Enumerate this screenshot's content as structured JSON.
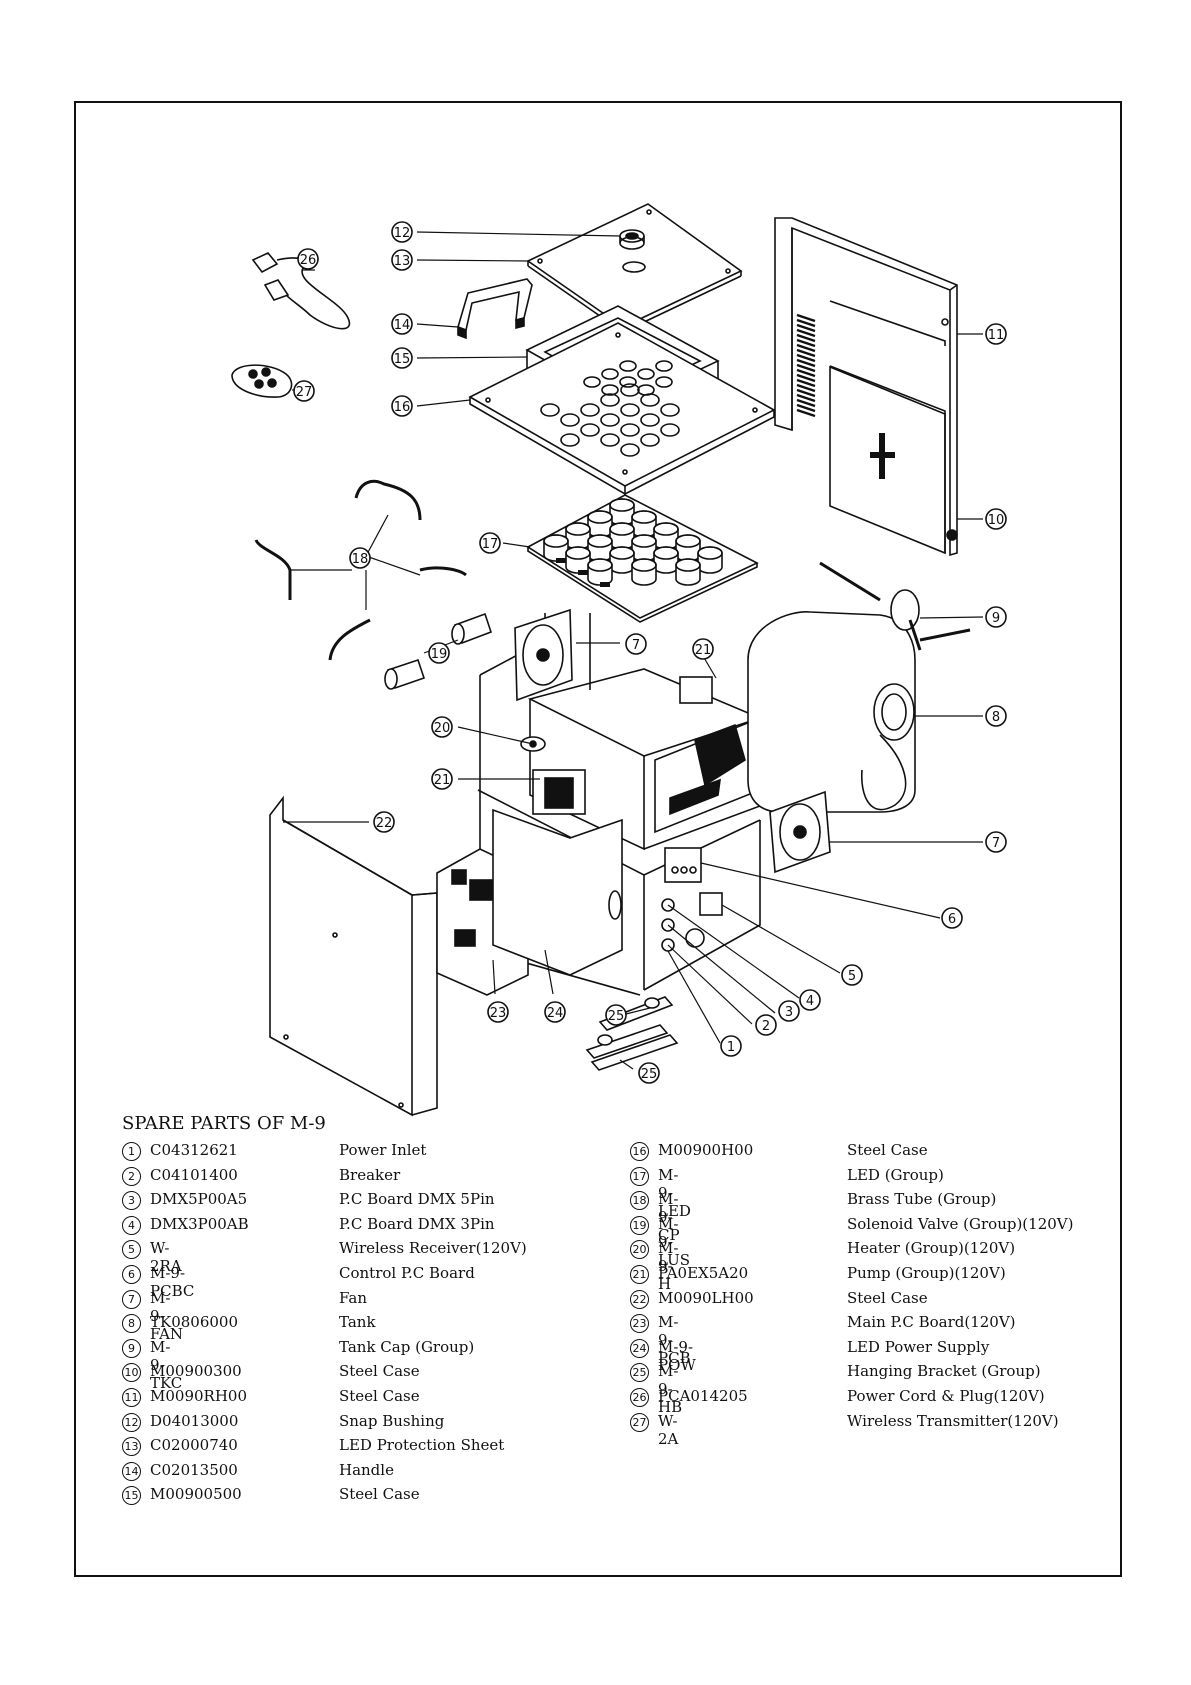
{
  "callouts": [
    {
      "n": "1"
    },
    {
      "n": "2"
    },
    {
      "n": "3"
    },
    {
      "n": "4"
    },
    {
      "n": "5"
    },
    {
      "n": "6"
    },
    {
      "n": "7"
    },
    {
      "n": "7"
    },
    {
      "n": "8"
    },
    {
      "n": "9"
    },
    {
      "n": "10"
    },
    {
      "n": "11"
    },
    {
      "n": "12"
    },
    {
      "n": "13"
    },
    {
      "n": "14"
    },
    {
      "n": "15"
    },
    {
      "n": "16"
    },
    {
      "n": "17"
    },
    {
      "n": "18"
    },
    {
      "n": "19"
    },
    {
      "n": "20"
    },
    {
      "n": "21"
    },
    {
      "n": "21"
    },
    {
      "n": "22"
    },
    {
      "n": "23"
    },
    {
      "n": "24"
    },
    {
      "n": "25"
    },
    {
      "n": "25"
    },
    {
      "n": "26"
    },
    {
      "n": "27"
    }
  ],
  "parts_title": "SPARE PARTS OF M-9",
  "parts_left": [
    {
      "n": "1",
      "code": "C04312621",
      "desc": "Power Inlet"
    },
    {
      "n": "2",
      "code": "C04101400",
      "desc": "Breaker"
    },
    {
      "n": "3",
      "code": "DMX5P00A5",
      "desc": "P.C Board DMX 5Pin"
    },
    {
      "n": "4",
      "code": "DMX3P00AB",
      "desc": "P.C Board DMX 3Pin"
    },
    {
      "n": "5",
      "code": "W-2RA",
      "desc": "Wireless Receiver(120V)"
    },
    {
      "n": "6",
      "code": "M-9-PCBC",
      "desc": "Control P.C Board"
    },
    {
      "n": "7",
      "code": "M-9-FAN",
      "desc": "Fan"
    },
    {
      "n": "8",
      "code": "TK0806000",
      "desc": "Tank"
    },
    {
      "n": "9",
      "code": "M-9-TKC",
      "desc": "Tank Cap (Group)"
    },
    {
      "n": "10",
      "code": "M00900300",
      "desc": "Steel Case"
    },
    {
      "n": "11",
      "code": "M0090RH00",
      "desc": "Steel Case"
    },
    {
      "n": "12",
      "code": "D04013000",
      "desc": "Snap Bushing"
    },
    {
      "n": "13",
      "code": "C02000740",
      "desc": "LED Protection Sheet"
    },
    {
      "n": "14",
      "code": "C02013500",
      "desc": "Handle"
    },
    {
      "n": "15",
      "code": "M00900500",
      "desc": "Steel Case"
    }
  ],
  "parts_right": [
    {
      "n": "16",
      "code": "M00900H00",
      "desc": "Steel Case"
    },
    {
      "n": "17",
      "code": "M-9-LED",
      "desc": "LED (Group)"
    },
    {
      "n": "18",
      "code": "M-9-CP",
      "desc": "Brass Tube (Group)"
    },
    {
      "n": "19",
      "code": "M-9-LUS",
      "desc": "Solenoid Valve (Group)(120V)"
    },
    {
      "n": "20",
      "code": "M-9-H",
      "desc": "Heater (Group)(120V)"
    },
    {
      "n": "21",
      "code": "PA0EX5A20",
      "desc": "Pump (Group)(120V)"
    },
    {
      "n": "22",
      "code": "M0090LH00",
      "desc": "Steel Case"
    },
    {
      "n": "23",
      "code": "M-9-PCB",
      "desc": "Main P.C Board(120V)"
    },
    {
      "n": "24",
      "code": "M-9-POW",
      "desc": "LED Power Supply"
    },
    {
      "n": "25",
      "code": "M-9-HB",
      "desc": "Hanging Bracket (Group)"
    },
    {
      "n": "26",
      "code": "PCA014205",
      "desc": "Power Cord & Plug(120V)"
    },
    {
      "n": "27",
      "code": "W-2A",
      "desc": "Wireless Transmitter(120V)"
    }
  ]
}
